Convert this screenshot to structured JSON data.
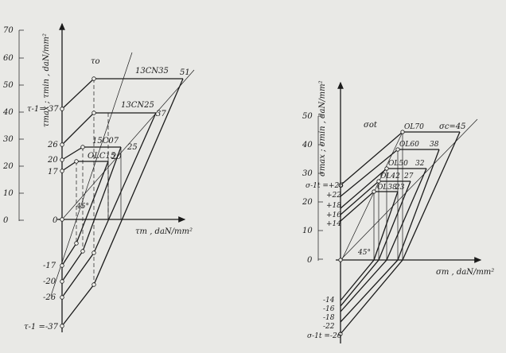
{
  "left_diagram": {
    "y_axis_label": "τmax ; τmin , daN/mm²",
    "x_axis_label": "τm , daN/mm²",
    "y_ticks": [
      "70",
      "60",
      "50",
      "40",
      "30",
      "20",
      "10",
      "0"
    ],
    "tau_upper_label": "τ-1= 37",
    "tau_lower_label": "τ-1 =-37",
    "tau0_label": "τo",
    "angle_label": "45°",
    "zero_label": "0",
    "upper_values": [
      "26",
      "20",
      "17"
    ],
    "lower_values": [
      "-17",
      "-20",
      "-26"
    ],
    "materials": [
      {
        "name": "13CN35",
        "value": "51"
      },
      {
        "name": "13CN25",
        "value": "37"
      },
      {
        "name": "15C07",
        "value": "25"
      },
      {
        "name": "OLC15",
        "value": "20"
      }
    ]
  },
  "right_diagram": {
    "y_axis_label": "σmax ; σmin , daN/mm²",
    "x_axis_label": "σm , daN/mm²",
    "y_ticks": [
      "50",
      "40",
      "30",
      "20",
      "10",
      "0"
    ],
    "sigma0_label": "σot",
    "sigma_c_label": "σc=45",
    "sigma_upper_label": "σ-1t =+26",
    "sigma_lower_label": "σ-1t =-26",
    "angle_label": "45°",
    "upper_values": [
      "+22",
      "+18",
      "+16",
      "+14"
    ],
    "lower_values": [
      "-14",
      "-16",
      "-18",
      "-22"
    ],
    "materials": [
      {
        "name": "OL70",
        "value": ""
      },
      {
        "name": "OL60",
        "value": "38"
      },
      {
        "name": "OL50",
        "value": "32"
      },
      {
        "name": "OL42",
        "value": "27"
      },
      {
        "name": "OL38",
        "value": "23"
      }
    ]
  }
}
